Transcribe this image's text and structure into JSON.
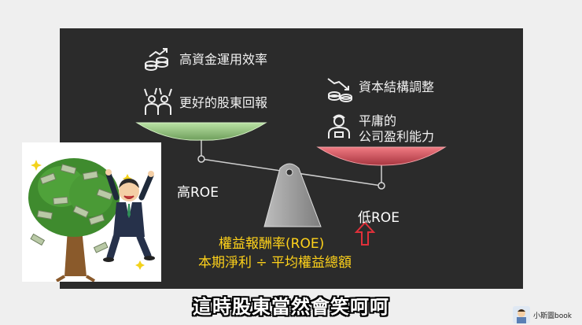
{
  "left_pan": {
    "items": [
      {
        "icon": "rising-coins-chart-icon",
        "text": "高資金運用效率"
      },
      {
        "icon": "cheering-people-icon",
        "text": "更好的股東回報"
      }
    ],
    "roe_label": "高ROE"
  },
  "right_pan": {
    "items": [
      {
        "icon": "falling-coins-chart-icon",
        "text": "資本結構調整"
      },
      {
        "icon": "worker-icon",
        "text": "平庸的"
      }
    ],
    "line2": "公司盈利能力",
    "roe_label": "低ROE"
  },
  "formula": {
    "title": "權益報酬率(ROE)",
    "expression": "本期淨利 ÷ 平均權益總額"
  },
  "subtitle": "這時股東當然會笑呵呵",
  "brand": {
    "name": "小斯圖book"
  },
  "colors": {
    "panel": "#2b2b2b",
    "left_pan": "#9fd08a",
    "right_pan": "#e0555e",
    "formula": "#ffd21a",
    "arrow": "#e0303a"
  }
}
